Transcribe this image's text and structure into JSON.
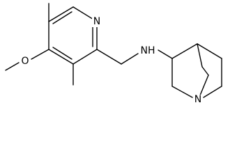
{
  "diagram": {
    "type": "skeletal-structure",
    "atom_labels": {
      "pyridine_n": "N",
      "methoxy_o": "O",
      "amine_nh": "NH",
      "bridgehead_n": "N"
    }
  },
  "colors": {
    "background": "#ffffff",
    "ink": "#000000"
  }
}
